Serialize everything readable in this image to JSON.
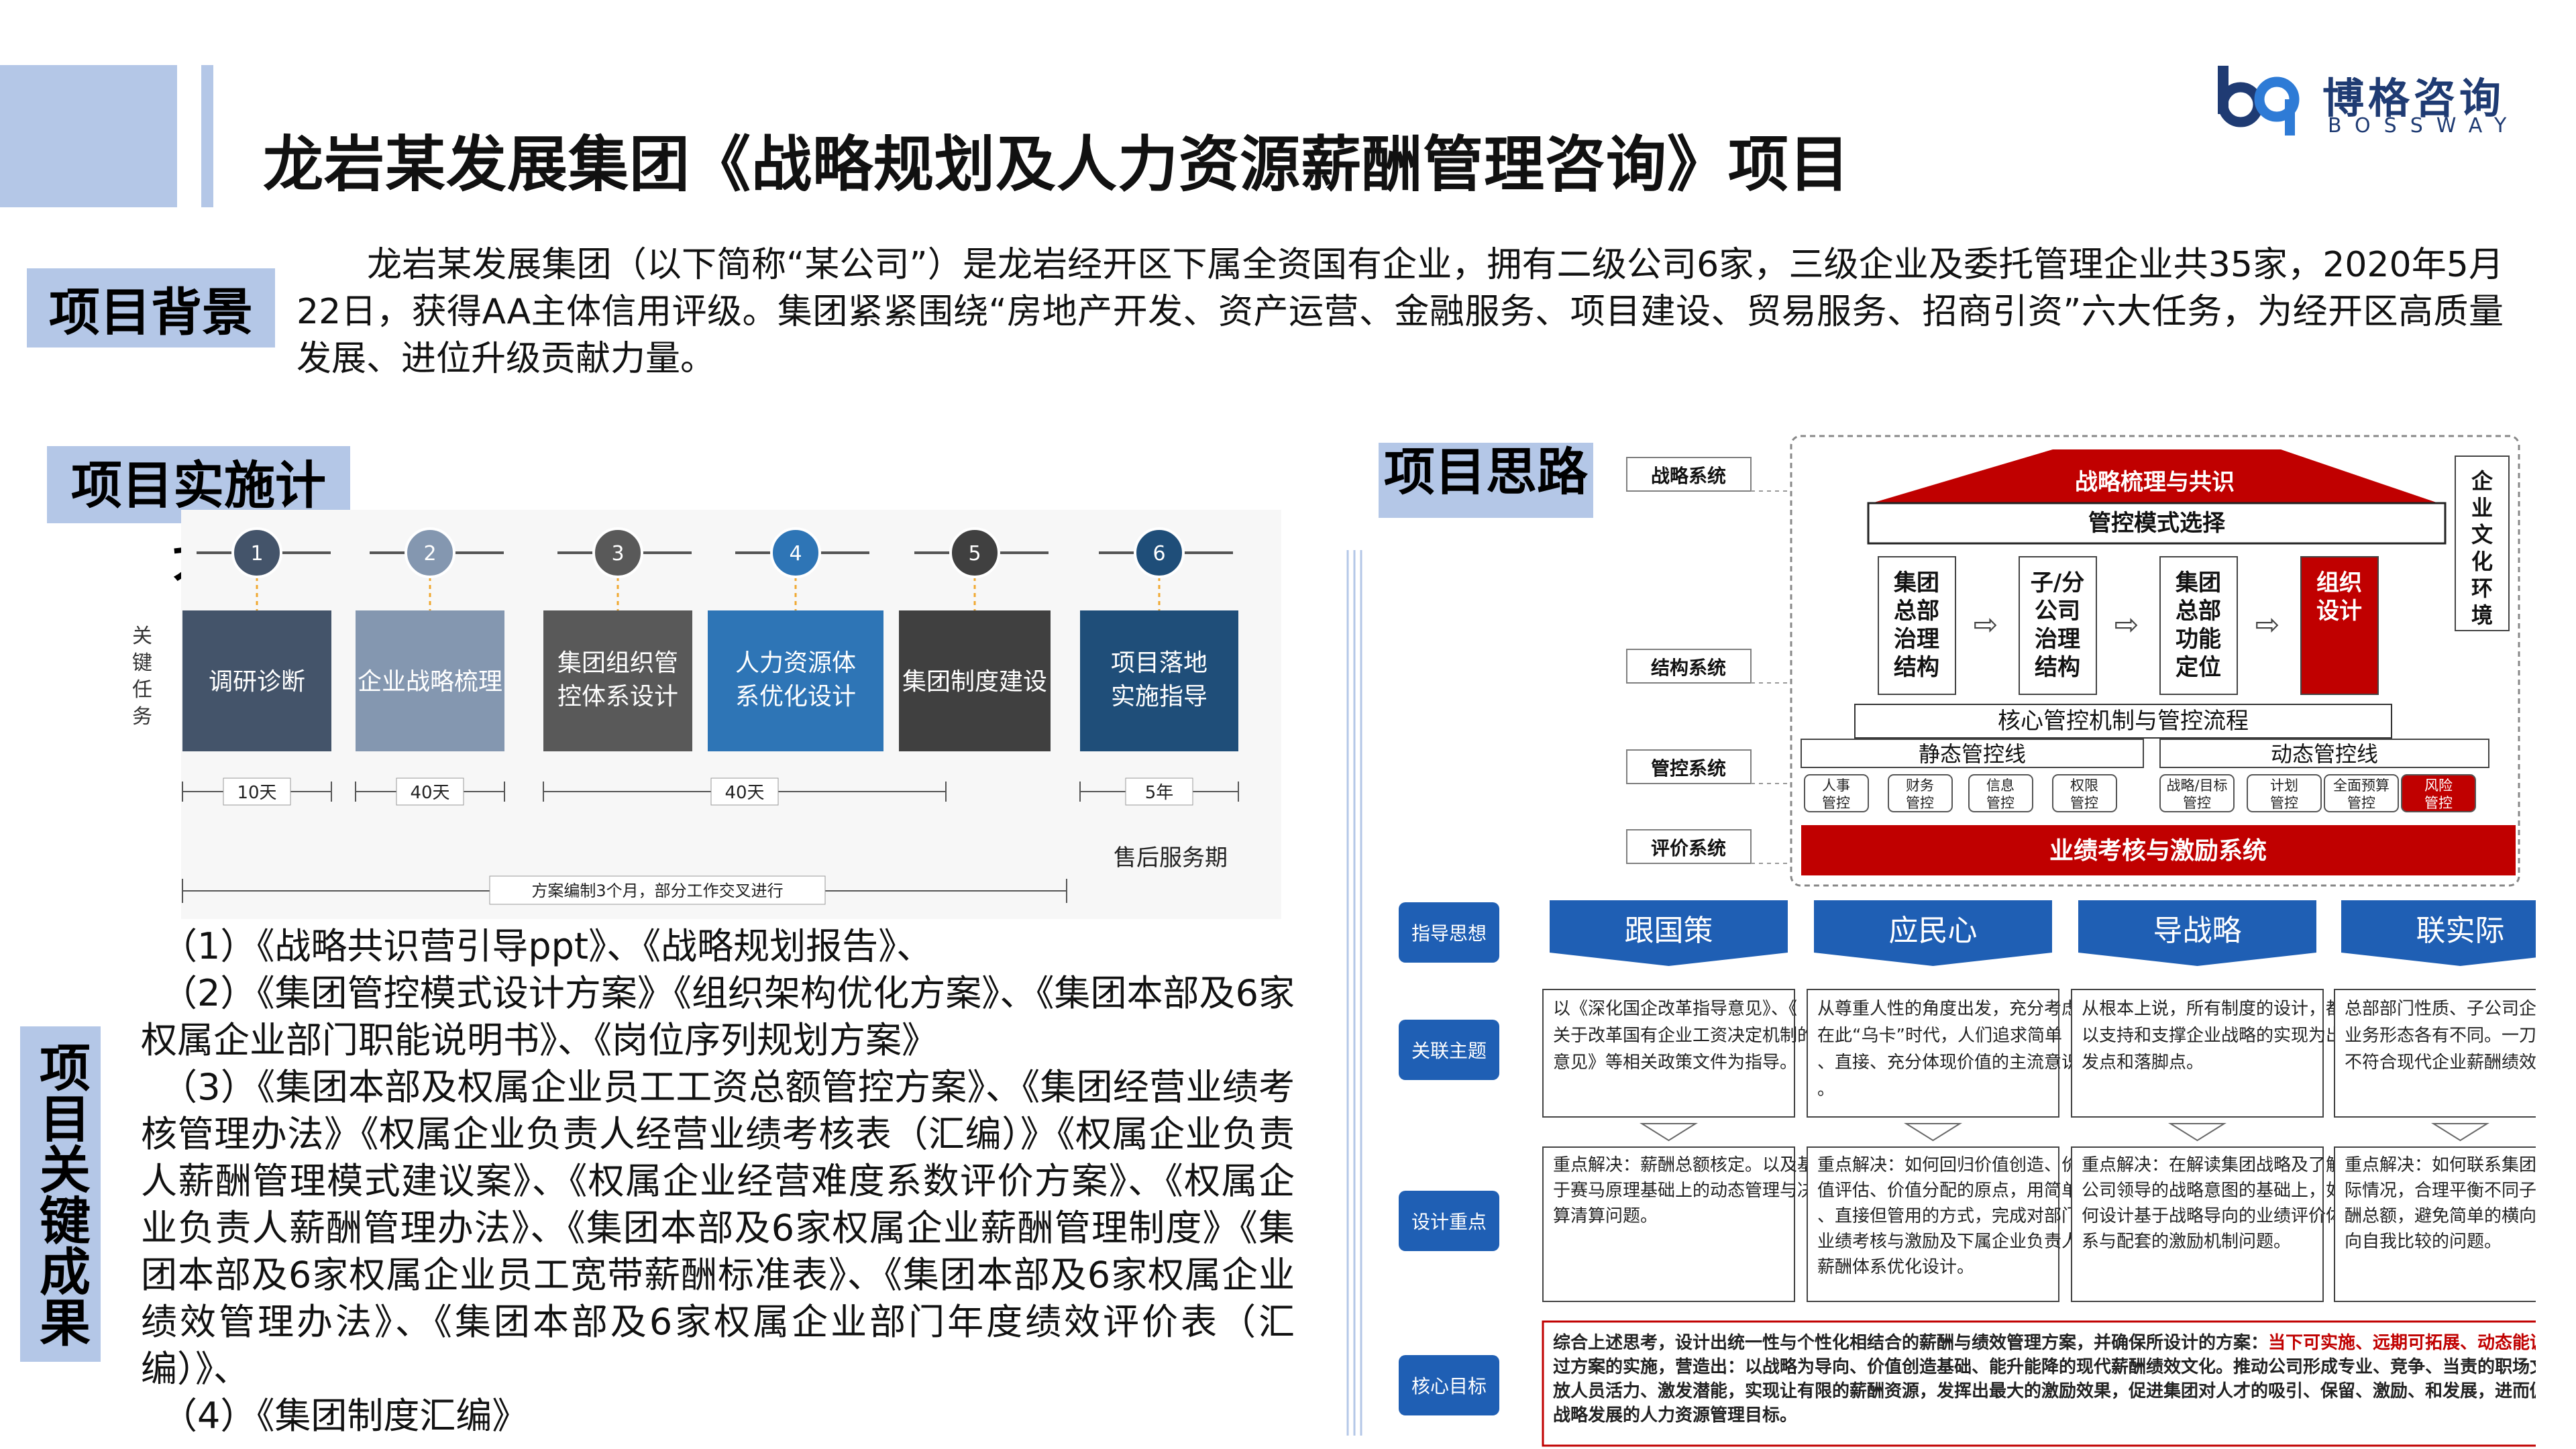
{
  "title": "龙岩某发展集团《战略规划及人力资源薪酬管理咨询》项目",
  "logo": {
    "cn": "博格咨询",
    "en": "BOSSWAY",
    "color": "#1f3b73",
    "accent": "#2e7bd6"
  },
  "background": {
    "tag": "项目背景",
    "text": "龙岩某发展集团（以下简称“某公司”）是龙岩经开区下属全资国有企业，拥有二级公司6家，三级企业及委托管理企业共35家，2020年5月22日，获得AA主体信用评级。集团紧紧围绕“房地产开发、资产运营、金融服务、项目建设、贸易服务、招商引资”六大任务，为经开区高质量发展、进位升级贡献力量。"
  },
  "plan": {
    "tag": "项目实施计划",
    "side_label": "关键任务",
    "steps": [
      {
        "num": "1",
        "task": "调研诊断",
        "color": "#44546a"
      },
      {
        "num": "2",
        "task": "企业战略梳理",
        "color": "#8497b0"
      },
      {
        "num": "3",
        "task": "集团组织管控体系设计",
        "color": "#595959"
      },
      {
        "num": "4",
        "task": "人力资源体系优化设计",
        "color": "#2e75b6"
      },
      {
        "num": "5",
        "task": "集团制度建设",
        "color": "#404040"
      },
      {
        "num": "6",
        "task": "项目落地实施指导",
        "color": "#1f4e79"
      }
    ],
    "durations": [
      "10天",
      "40天",
      "40天",
      "5年"
    ],
    "total": "方案编制3个月，部分工作交叉进行",
    "after_sales": "售后服务期"
  },
  "results": {
    "tag": "项目关键成果",
    "items": [
      "（1）《战略共识营引导ppt》、《战略规划报告》、",
      "（2）《集团管控模式设计方案》《组织架构优化方案》、《集团本部及6家权属企业部门职能说明书》、《岗位序列规划方案》",
      "（3）《集团本部及权属企业员工工资总额管控方案》、《集团经营业绩考核管理办法》《权属企业负责人经营业绩考核表（汇编）》《权属企业负责人薪酬管理模式建议案》、《权属企业经营难度系数评价方案》、《权属企业负责人薪酬管理办法》、《集团本部及6家权属企业薪酬管理制度》《集团本部及6家权属企业员工宽带薪酬标准表》、《集团本部及6家权属企业绩效管理办法》、《集团本部及6家权属企业部门年度绩效评价表（汇编）》、",
      "（4）《集团制度汇编》"
    ]
  },
  "idea": {
    "tag": "项目思路",
    "systems": [
      "战略系统",
      "结构系统",
      "管控系统",
      "评价系统"
    ],
    "culture": "企业文化环境",
    "roof": "战略梳理与共识",
    "mode": "管控模式选择",
    "structure_boxes": [
      "集团总部治理结构",
      "子/分公司治理结构",
      "集团总部功能定位",
      "组织设计"
    ],
    "mechanism": "核心管控机制与管控流程",
    "static_line": "静态管控线",
    "dynamic_line": "动态管控线",
    "small_boxes": [
      "人事管控",
      "财务管控",
      "信息管控",
      "权限管控",
      "战略/目标管控",
      "计划管控",
      "全面预算管控",
      "风险管控"
    ],
    "eval": "业绩考核与激励系统",
    "red": "#c00000"
  },
  "grid": {
    "row_labels": [
      "指导思想",
      "关联主题",
      "设计重点",
      "核心目标"
    ],
    "headers": [
      "跟国策",
      "应民心",
      "导战略",
      "联实际"
    ],
    "themes": [
      "以《深化国企改革指导意见》、《关于改革国有企业工资决定机制的意见》等相关政策文件为指导。",
      "从尊重人性的角度出发，充分考虑在此“乌卡”时代，人们追求简单、直接、充分体现价值的主流意识。",
      "从根本上说，所有制度的设计，都以支持和支撑企业战略的实现为出发点和落脚点。",
      "总部部门性质、子公司企业性质、业务形态各有不同。一刀切的方式不符合现代企业薪酬绩效管理。"
    ],
    "focus": [
      "重点解决：薪酬总额核定。以及基于赛马原理基础上的动态管理与决算清算问题。",
      "重点解决：如何回归价值创造、价值评估、价值分配的原点，用简单、直接但管用的方式，完成对部门业绩考核与激励及下属企业负责人薪酬体系优化设计。",
      "重点解决：在解读集团战略及了解公司领导的战略意图的基础上，如何设计基于战略导向的业绩评价体系与配套的激励机制问题。",
      "重点解决：如何联系集团各方面实际情况，合理平衡不同子公司的薪酬总额，避免简单的横向比较，导向自我比较的问题。"
    ],
    "core_lines": [
      {
        "text": "综合上述思考，设计出统一性与个性化相结合的薪酬与绩效管理方案，并确保所设计的方案：",
        "red": "当下可实施、远期可拓展、动态能调整。"
      },
      {
        "text": "通过方案的实施，营造出：以战略为导向、价值创造基础、能升能降的现代薪酬绩效文化。推动公司形成专业、竞争、当责的职场文化。释放人员活力、激发潜能，实现让有限的薪酬资源，发挥出最大的激励效果，促进集团对人才的吸引、保留、激励、和发展，进而促进集团战略发展的人力资源管理目标。",
        "red": ""
      }
    ]
  }
}
